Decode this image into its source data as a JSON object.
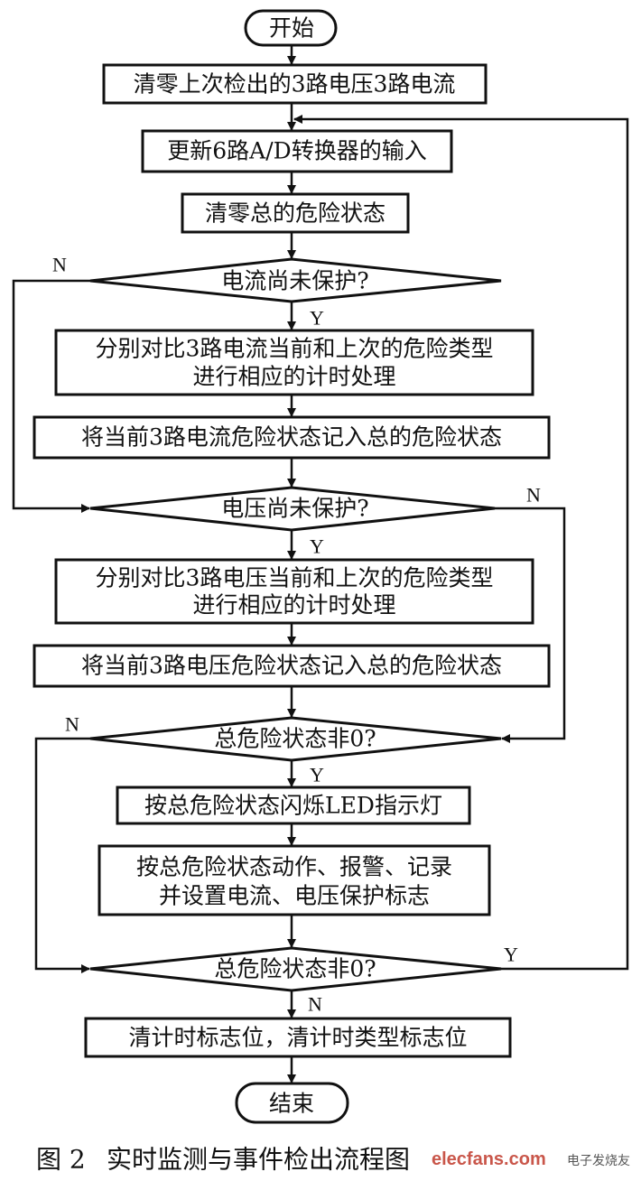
{
  "flowchart": {
    "start": "开始",
    "step1": "清零上次检出的3路电压3路电流",
    "step2": "更新6路A/D转换器的输入",
    "step3": "清零总的危险状态",
    "decision1": "电流尚未保护?",
    "step4_line1": "分别对比3路电流当前和上次的危险类型",
    "step4_line2": "进行相应的计时处理",
    "step5": "将当前3路电流危险状态记入总的危险状态",
    "decision2": "电压尚未保护?",
    "step6_line1": "分别对比3路电压当前和上次的危险类型",
    "step6_line2": "进行相应的计时处理",
    "step7": "将当前3路电压危险状态记入总的危险状态",
    "decision3": "总危险状态非0?",
    "step8": "按总危险状态闪烁LED指示灯",
    "step9_line1": "按总危险状态动作、报警、记录",
    "step9_line2": "并设置电流、电压保护标志",
    "decision4": "总危险状态非0?",
    "step10": "清计时标志位，清计时类型标志位",
    "end": "结束",
    "yes": "Y",
    "no": "N"
  },
  "caption": {
    "figure": "图 2",
    "title": "实时监测与事件检出流程图"
  },
  "watermark": {
    "site": "elecfans.com",
    "text": "电子发烧友"
  }
}
